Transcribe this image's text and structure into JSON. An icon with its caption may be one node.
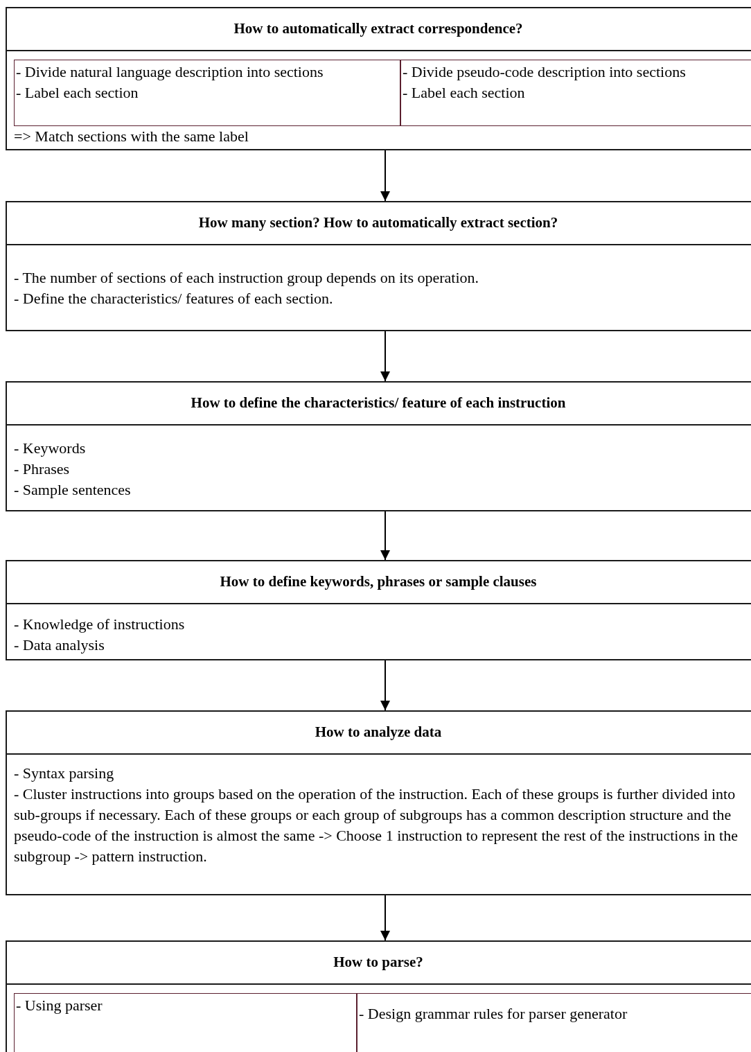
{
  "diagram": {
    "nodes": [
      {
        "text": [
          "How to automatically extract correspondence?",
          "=> Match sections with the same label"
        ]
      },
      {
        "text": [
          "- Divide natural language description into sections",
          "- Label each section"
        ],
        "in": 0
      },
      {
        "text": [
          "- Divide pseudo-code description into sections",
          "- Label each section"
        ],
        "in": 0
      },
      {
        "text": [
          "How many section? How to automatically extract section?",
          "- The number of sections of each instruction group depends on its operation.",
          "- Define the characteristics/ features of each section."
        ]
      },
      {
        "text": [
          "How to define the characteristics/ feature of each instruction",
          "- Keywords",
          "- Phrases",
          "- Sample sentences"
        ]
      },
      {
        "text": [
          "How to define keywords, phrases or sample clauses",
          "- Knowledge of instructions",
          "- Data analysis"
        ]
      },
      {
        "text": [
          "How to analyze data",
          "- Syntax parsing",
          "- Cluster instructions into groups based on the operation of the instruction. Each of these groups is further divided into sub-groups if necessary. Each of these groups or each group of subgroups has a common description structure and the pseudo-code of the instruction is almost the same -> Choose 1 instruction to represent the rest of the instructions in the subgroup -> pattern instruction."
        ]
      },
      {
        "text": [
          "How to parse?"
        ]
      },
      {
        "text": [
          "- Using parser"
        ],
        "in": 7
      },
      {
        "text": [
          "- Design grammar rules for parser generator"
        ],
        "in": 7
      }
    ],
    "edges": [
      {
        "from": 0,
        "to": 3,
        "arrow": "to"
      },
      {
        "from": 3,
        "to": 4,
        "arrow": "to"
      },
      {
        "from": 4,
        "to": 5,
        "arrow": "to"
      },
      {
        "from": 5,
        "to": 6,
        "arrow": "to"
      },
      {
        "from": 6,
        "to": 7,
        "arrow": "to"
      }
    ]
  }
}
